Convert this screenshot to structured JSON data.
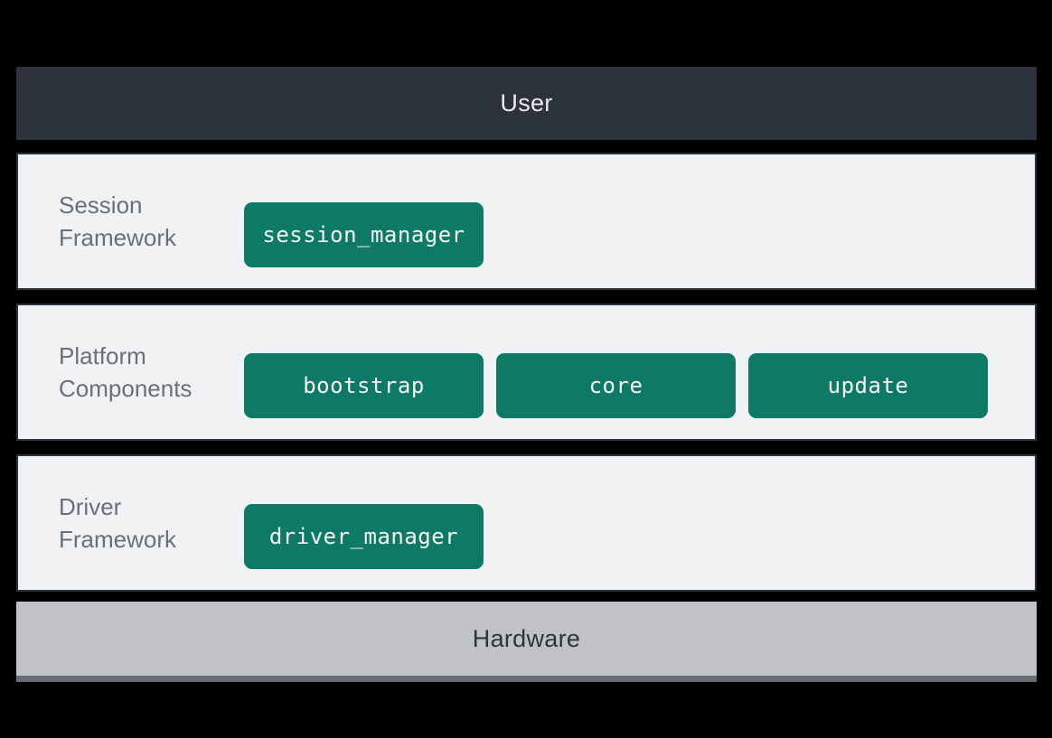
{
  "diagram": {
    "title_semantics": "layered OS architecture diagram",
    "user": {
      "label": "User"
    },
    "rows": [
      {
        "label": "Session Framework",
        "components": [
          "session_manager"
        ]
      },
      {
        "label": "Platform Components",
        "components": [
          "bootstrap",
          "core",
          "update"
        ]
      },
      {
        "label": "Driver Framework",
        "components": [
          "driver_manager"
        ]
      }
    ],
    "hardware": {
      "label": "Hardware"
    },
    "colors": {
      "background": "#000000",
      "user_bar_fill": "#2b323b",
      "user_bar_text": "#e9ecef",
      "panel_fill": "#f1f2f4",
      "panel_border": "#2b333c",
      "panel_label_text": "#6a7077",
      "component_fill": "#0e7a66",
      "component_text": "#f2f5f4",
      "hardware_fill": "#c0c2c7",
      "hardware_bottom_edge": "#686d73",
      "hardware_text": "#2d343c"
    }
  }
}
